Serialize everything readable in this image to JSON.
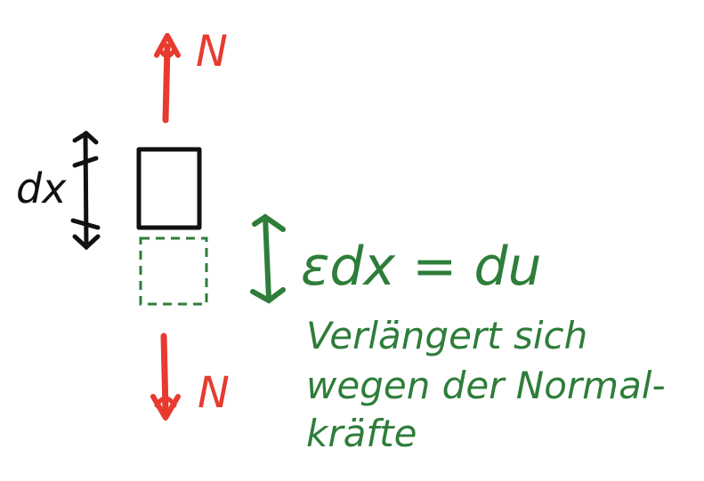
{
  "diagram": {
    "force_top_label": "N",
    "force_bottom_label": "N",
    "length_label": "dx",
    "elongation_label": "εdx = du",
    "note_lines": [
      "Verlängert sich",
      "wegen der Normal-",
      "kräfte"
    ],
    "colors": {
      "force": "#e83a2f",
      "element": "#111111",
      "elongation": "#2e7d3a"
    }
  }
}
